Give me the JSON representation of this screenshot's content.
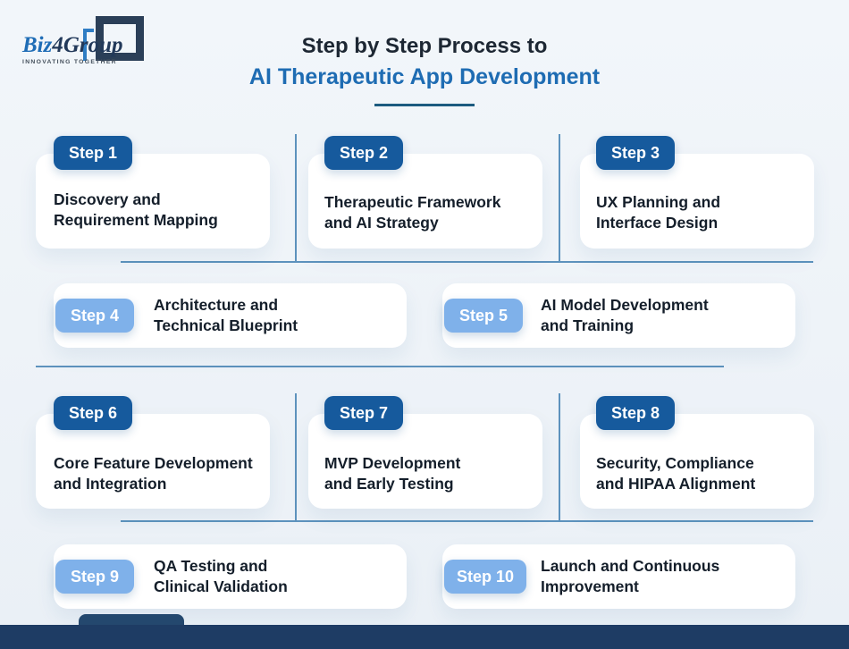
{
  "logo": {
    "brand_biz": "Biz",
    "brand_num": "4",
    "brand_group": "Group",
    "tagline": "INNOVATING TOGETHER"
  },
  "header": {
    "title_line1": "Step by Step Process to",
    "title_line2": "AI Therapeutic App Development"
  },
  "colors": {
    "background": "#eef3f8",
    "badge_dark": "#165a9d",
    "badge_light": "#7fb1ea",
    "title_accent": "#1e6cb3",
    "connector": "#5d92bd",
    "footer_bar": "#1e3c64",
    "card": "#ffffff"
  },
  "steps": [
    {
      "label": "Step 1",
      "text": "Discovery and\nRequirement Mapping",
      "variant": "dark"
    },
    {
      "label": "Step 2",
      "text": "Therapeutic Framework\nand AI Strategy",
      "variant": "dark"
    },
    {
      "label": "Step 3",
      "text": "UX Planning and\nInterface Design",
      "variant": "dark"
    },
    {
      "label": "Step 4",
      "text": "Architecture and\nTechnical Blueprint",
      "variant": "light"
    },
    {
      "label": "Step 5",
      "text": "AI Model Development\nand Training",
      "variant": "light"
    },
    {
      "label": "Step 6",
      "text": "Core Feature Development\nand Integration",
      "variant": "dark"
    },
    {
      "label": "Step 7",
      "text": "MVP Development\nand Early Testing",
      "variant": "dark"
    },
    {
      "label": "Step 8",
      "text": "Security, Compliance\nand HIPAA Alignment",
      "variant": "dark"
    },
    {
      "label": "Step 9",
      "text": "QA Testing and\nClinical Validation",
      "variant": "light"
    },
    {
      "label": "Step 10",
      "text": "Launch and Continuous\nImprovement",
      "variant": "light"
    }
  ]
}
